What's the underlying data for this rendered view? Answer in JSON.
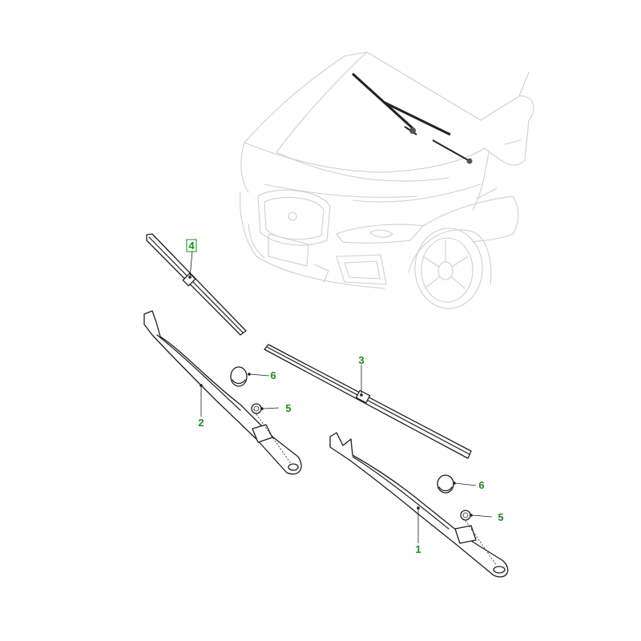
{
  "colors": {
    "callout": "#1e8a1e",
    "part_outline": "#1e1e1e",
    "vehicle_outline": "#cfcfcf",
    "background": "#ffffff"
  },
  "callouts": {
    "c1": "1",
    "c2": "2",
    "c3": "3",
    "c4": "4",
    "c5a": "5",
    "c5b": "5",
    "c6a": "6",
    "c6b": "6"
  }
}
